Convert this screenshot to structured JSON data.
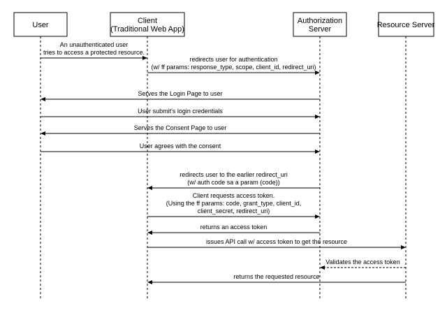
{
  "participants": [
    {
      "id": "user",
      "label": [
        "User"
      ]
    },
    {
      "id": "client",
      "label": [
        "Client",
        "(Traditional Web App)"
      ]
    },
    {
      "id": "auth",
      "label": [
        "Authorization",
        "Server"
      ]
    },
    {
      "id": "resource",
      "label": [
        "Resource Server"
      ]
    }
  ],
  "messages": [
    {
      "from": "user",
      "to": "client",
      "dashed": false,
      "label": [
        "An unauthenticated user",
        "tries to access a protected resource."
      ]
    },
    {
      "from": "client",
      "to": "auth",
      "dashed": false,
      "label": [
        "redirects user for authentication",
        "(w/ ff params: response_type, scope, client_id, redirect_uri)"
      ]
    },
    {
      "from": "auth",
      "to": "user",
      "dashed": false,
      "label": [
        "Serves the Login Page to user"
      ]
    },
    {
      "from": "user",
      "to": "auth",
      "dashed": false,
      "label": [
        "User submit's login credentials"
      ]
    },
    {
      "from": "auth",
      "to": "user",
      "dashed": false,
      "label": [
        "Serves the Consent Page to user"
      ]
    },
    {
      "from": "user",
      "to": "auth",
      "dashed": false,
      "label": [
        "User agrees with the consent"
      ]
    },
    {
      "from": "auth",
      "to": "client",
      "dashed": false,
      "label": [
        "redirects user to the earlier redirect_uri",
        "(w/ auth code sa a param (code))"
      ]
    },
    {
      "from": "client",
      "to": "auth",
      "dashed": false,
      "label": [
        "Client requests access token.",
        "(Using the ff params:  code,  grant_type, client_id,",
        "client_secret, redirect_uri)"
      ]
    },
    {
      "from": "auth",
      "to": "client",
      "dashed": false,
      "label": [
        "returns an access token"
      ]
    },
    {
      "from": "client",
      "to": "resource",
      "dashed": false,
      "label": [
        "issues API call w/ access token to get the resource"
      ]
    },
    {
      "from": "resource",
      "to": "auth",
      "dashed": true,
      "label": [
        "Validates the access token"
      ]
    },
    {
      "from": "resource",
      "to": "client",
      "dashed": false,
      "label": [
        "returns the requested resource"
      ]
    }
  ]
}
